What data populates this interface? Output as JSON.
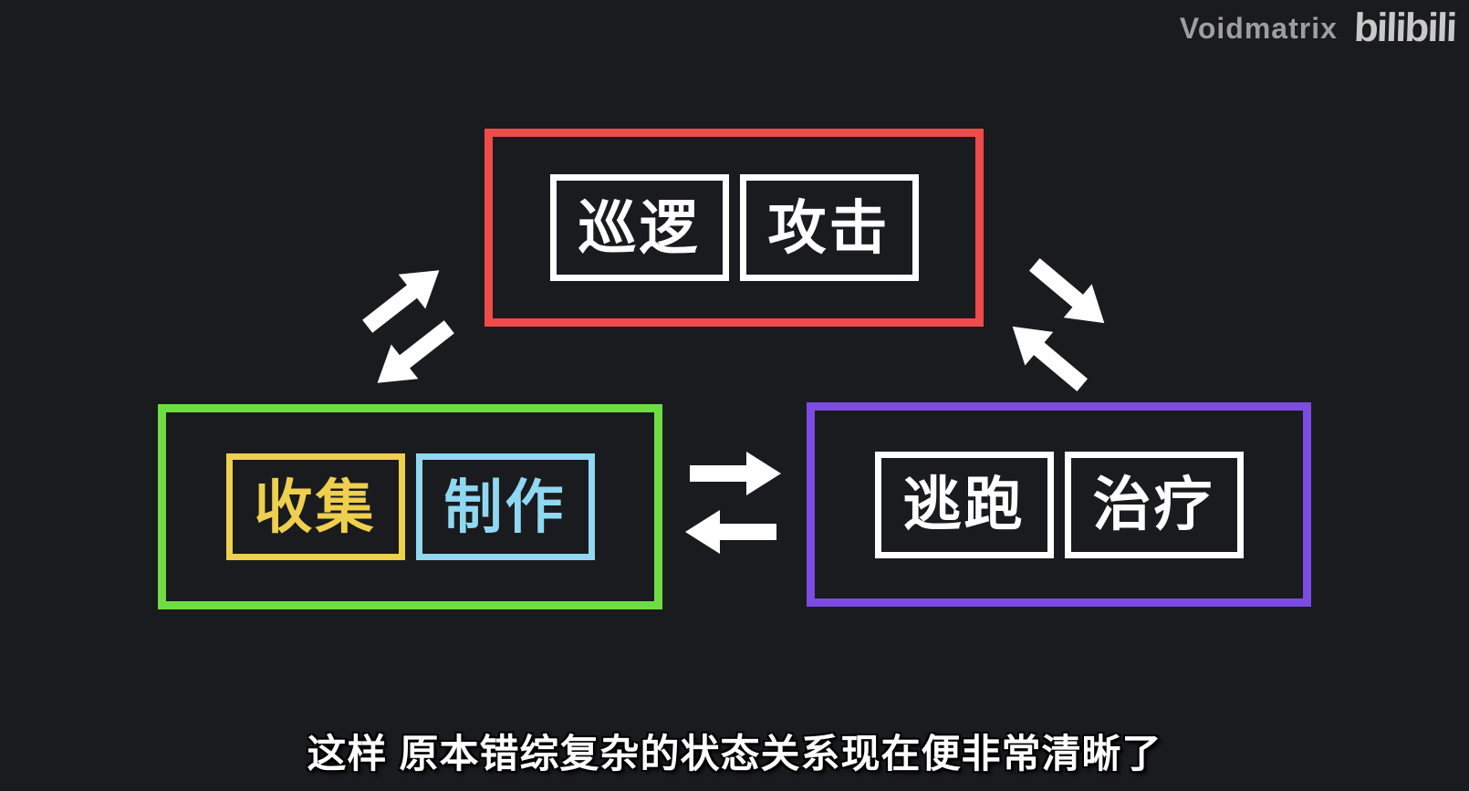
{
  "background_color": "#1a1b1e",
  "watermark": {
    "author": "Voidmatrix",
    "author_color": "#9e9e9e",
    "logo": "bilibili",
    "logo_color": "#c9c9c9"
  },
  "diagram": {
    "type": "state-machine",
    "arrow_color": "#ffffff",
    "nodes": [
      {
        "id": "combat",
        "border_color": "#f04b4b",
        "states": [
          {
            "label": "巡逻",
            "color": "#ffffff"
          },
          {
            "label": "攻击",
            "color": "#ffffff"
          }
        ]
      },
      {
        "id": "gather",
        "border_color": "#6edc43",
        "states": [
          {
            "label": "收集",
            "color": "#eecf4e"
          },
          {
            "label": "制作",
            "color": "#90d8f2"
          }
        ]
      },
      {
        "id": "survival",
        "border_color": "#7b4ce1",
        "states": [
          {
            "label": "逃跑",
            "color": "#ffffff"
          },
          {
            "label": "治疗",
            "color": "#ffffff"
          }
        ]
      }
    ],
    "edges": [
      {
        "from": "gather",
        "to": "combat",
        "direction": "up-right"
      },
      {
        "from": "combat",
        "to": "gather",
        "direction": "down-left"
      },
      {
        "from": "combat",
        "to": "survival",
        "direction": "down-right"
      },
      {
        "from": "survival",
        "to": "combat",
        "direction": "up-left"
      },
      {
        "from": "gather",
        "to": "survival",
        "direction": "right"
      },
      {
        "from": "survival",
        "to": "gather",
        "direction": "left"
      }
    ]
  },
  "caption": {
    "text": "这样 原本错综复杂的状态关系现在便非常清晰了",
    "color": "#ffffff"
  }
}
